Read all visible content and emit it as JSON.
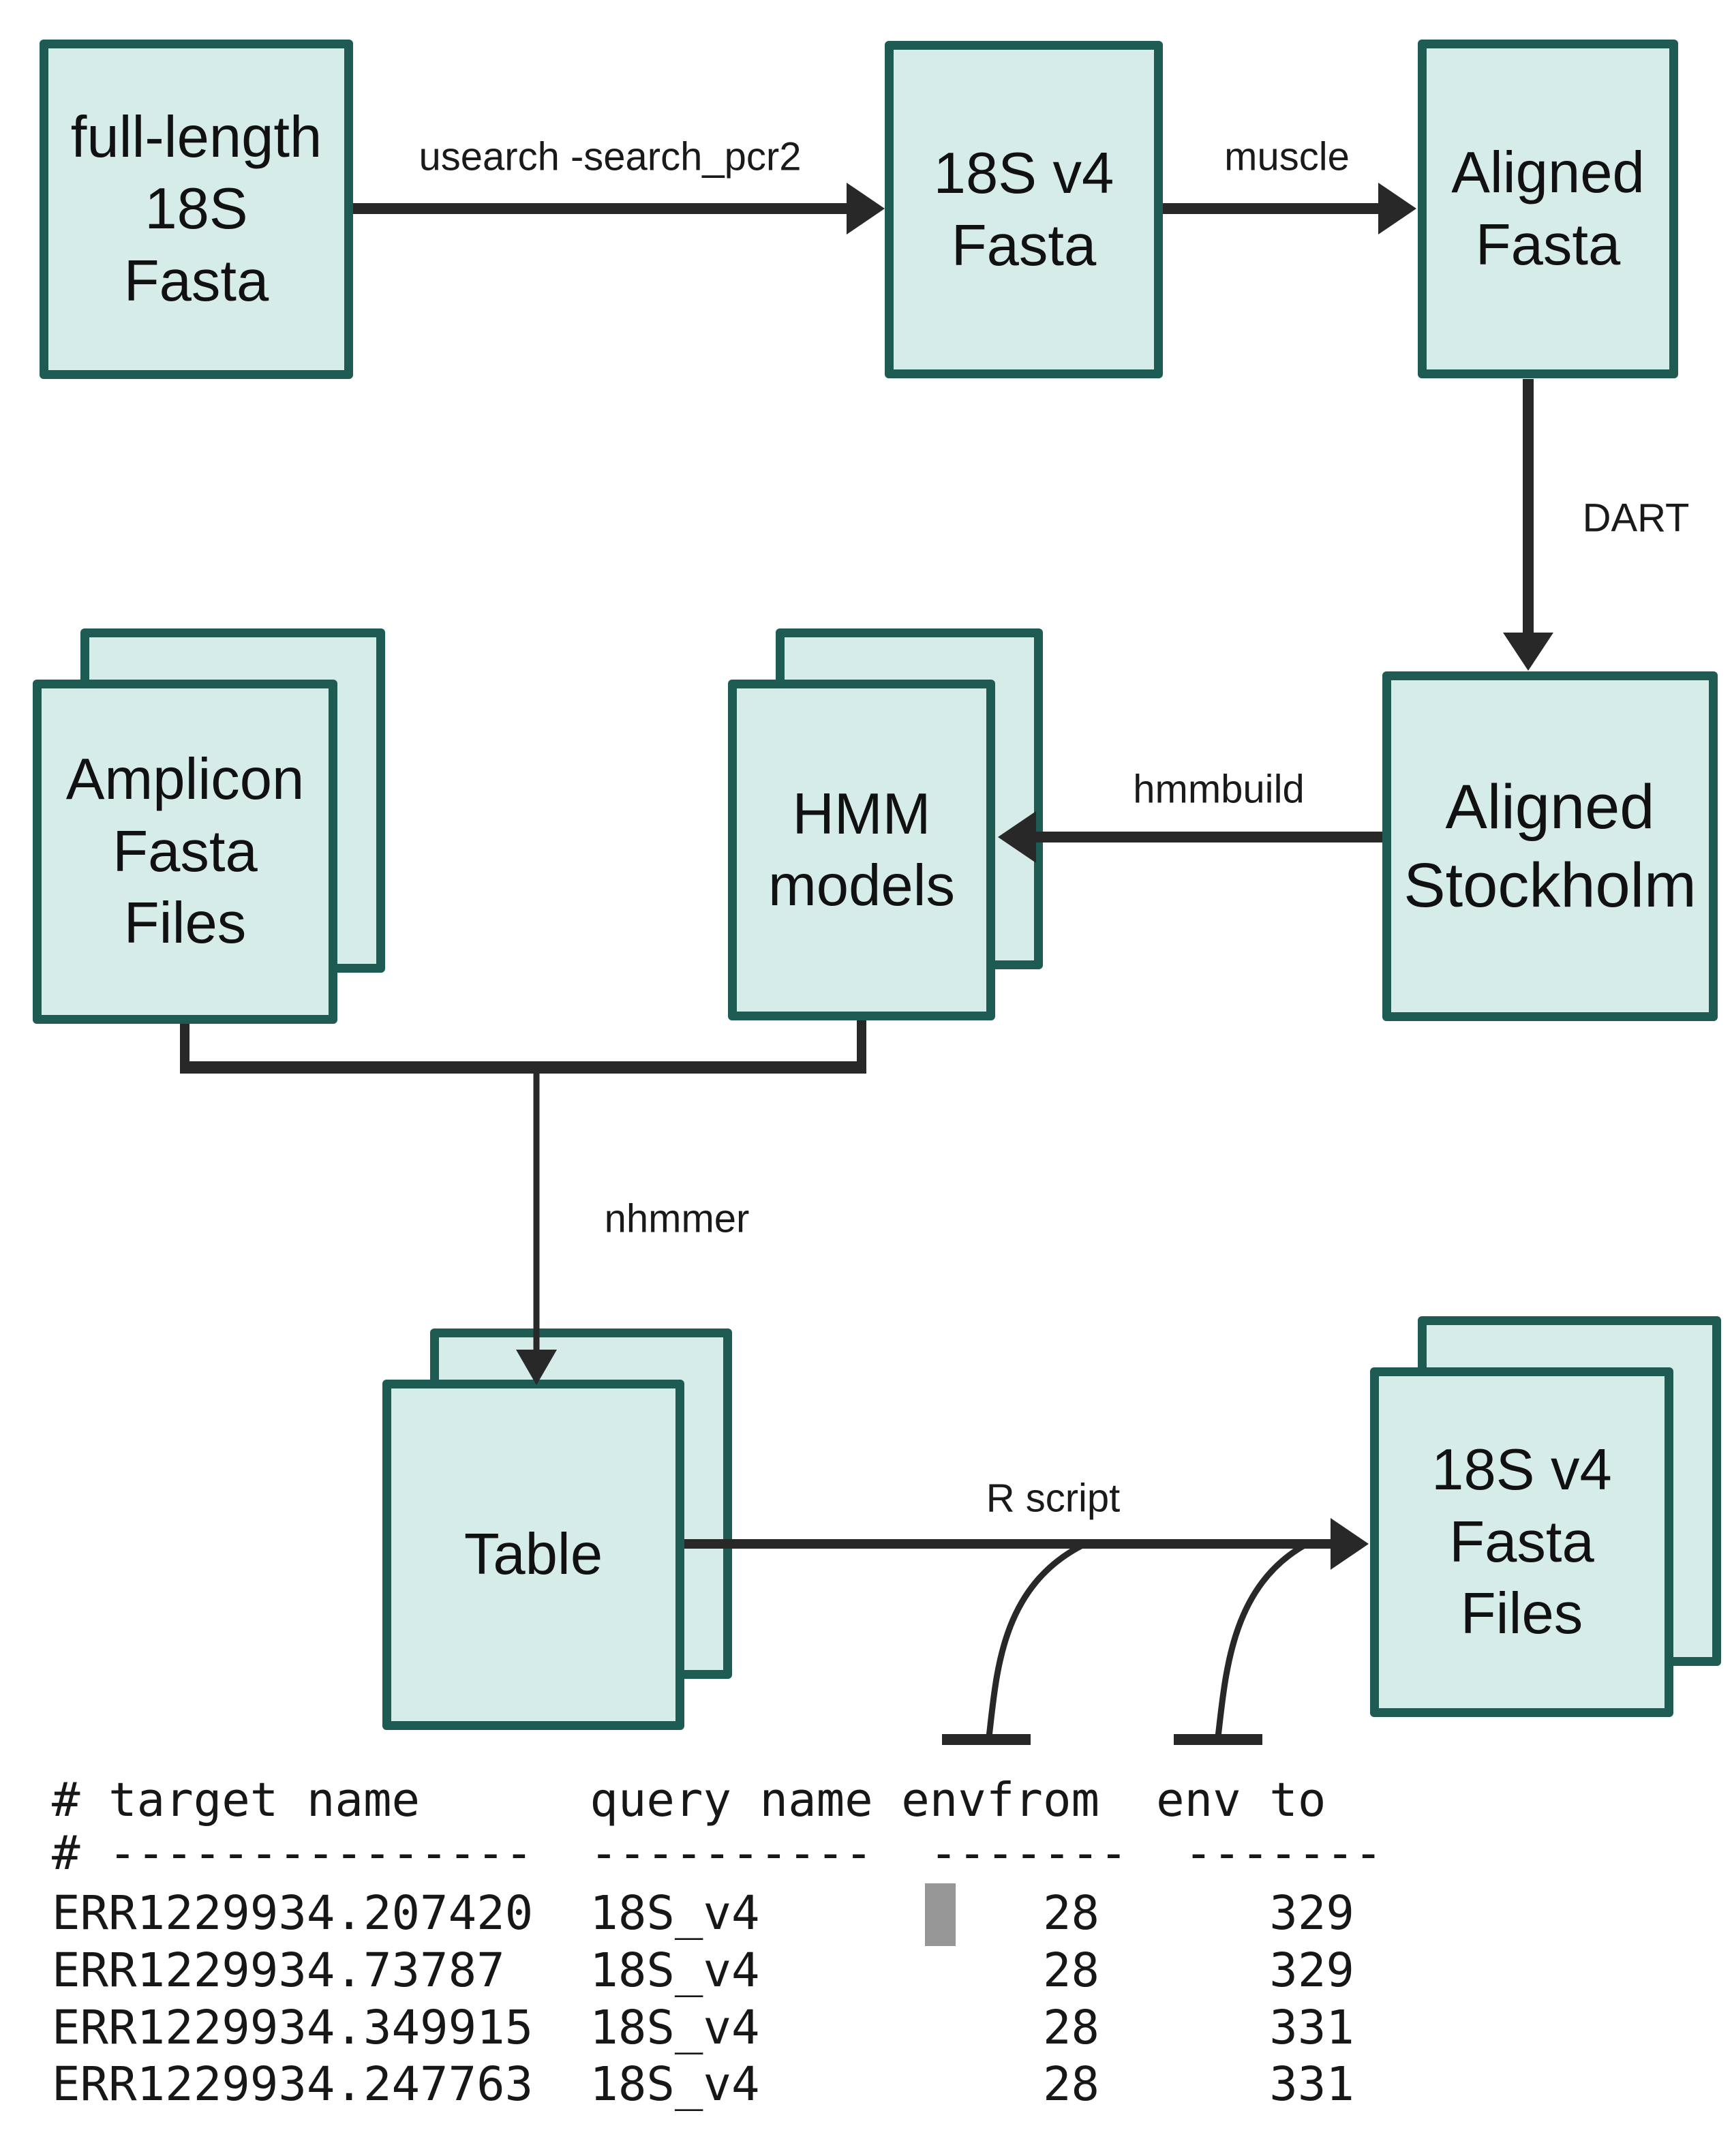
{
  "colors": {
    "box_fill": "#d6ece9",
    "box_border": "#1e5b53",
    "line": "#282828",
    "cursor_gray": "#969696"
  },
  "boxes": {
    "full_length": "full-length\n18S\nFasta",
    "v4_fasta": "18S v4\nFasta",
    "aligned_fasta": "Aligned\nFasta",
    "aligned_stockholm": "Aligned\nStockholm",
    "hmm_models": "HMM\nmodels",
    "amplicon": "Amplicon\nFasta\nFiles",
    "table": "Table",
    "v4_files": "18S v4\nFasta\nFiles"
  },
  "arrow_labels": {
    "usearch": "usearch -search_pcr2",
    "muscle": "muscle",
    "dart": "DART",
    "hmmbuild": "hmmbuild",
    "nhmmer": "nhmmer",
    "rscript": "R script"
  },
  "output_table": {
    "lines": [
      "# target name      query name envfrom  env to",
      "# ---------------  ----------  -------  -------",
      "ERR1229934.207420  18S_v4          28      329",
      "ERR1229934.73787   18S_v4          28      329",
      "ERR1229934.349915  18S_v4          28      331",
      "ERR1229934.247763  18S_v4          28      331"
    ]
  }
}
